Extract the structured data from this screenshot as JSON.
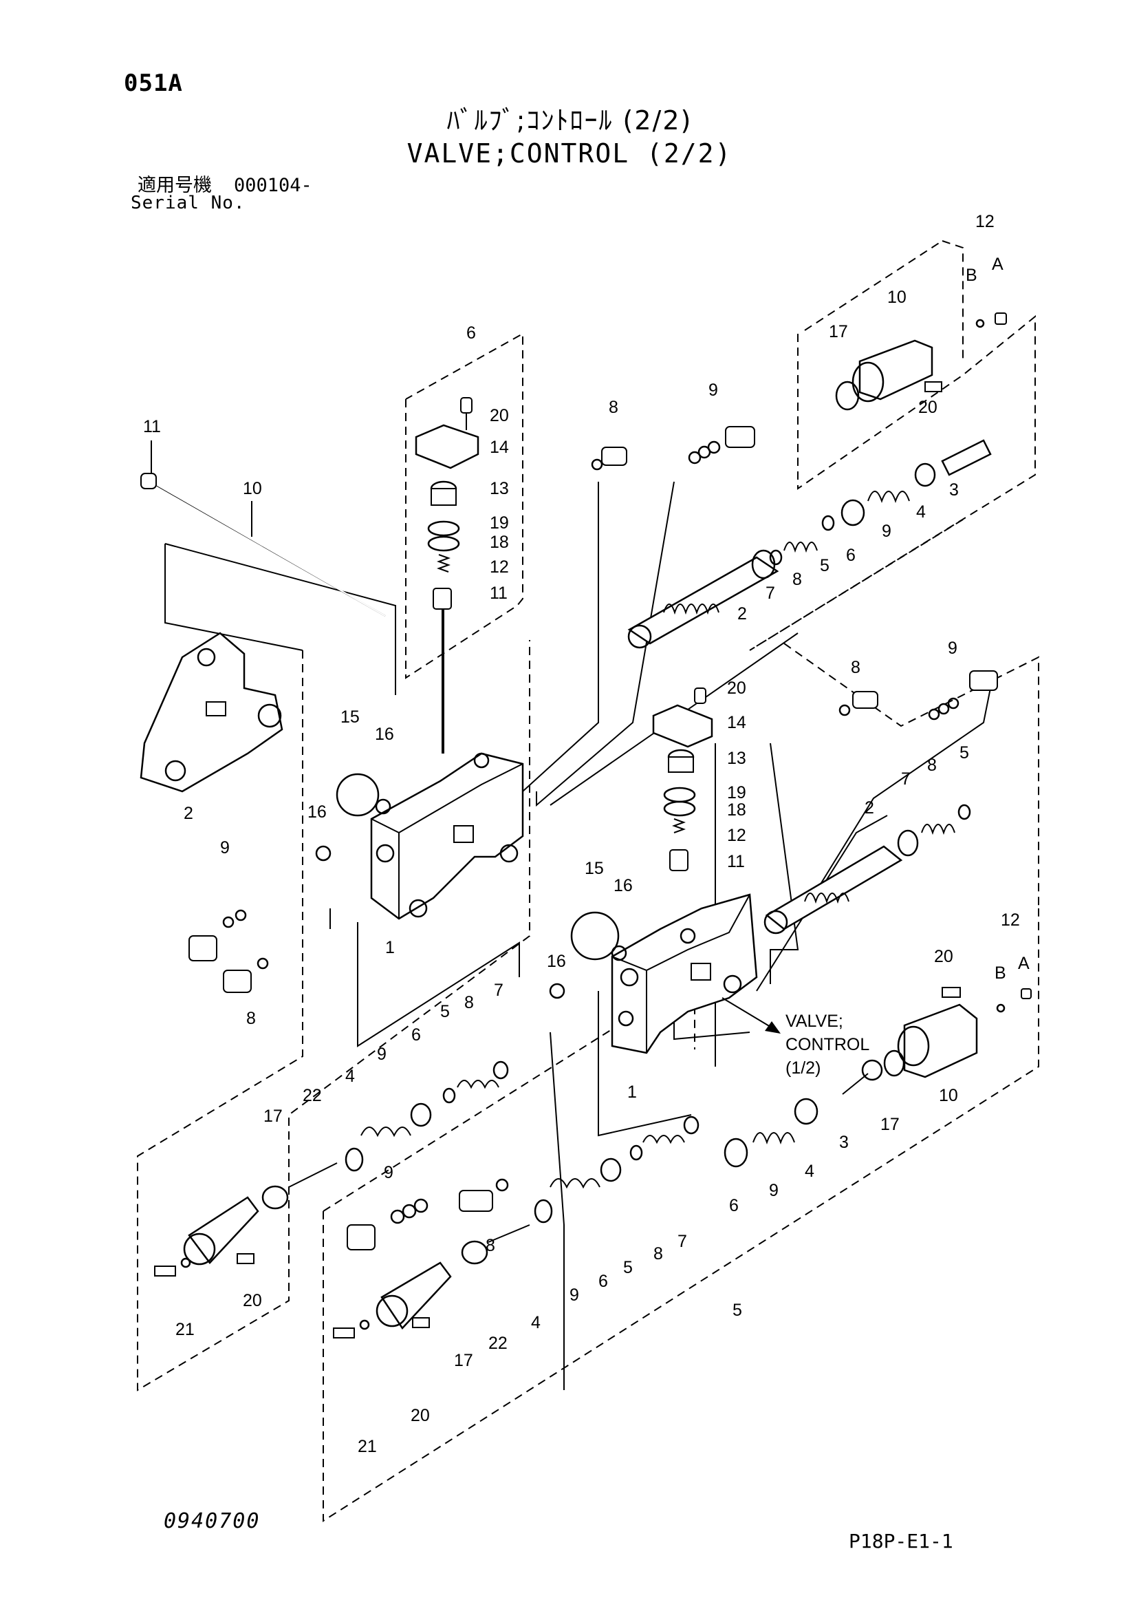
{
  "page_code": "051A",
  "title_jp": "ﾊﾞﾙﾌﾞ;ｺﾝﾄﾛｰﾙ (2/2)",
  "title_en": "VALVE;CONTROL (2/2)",
  "serial": {
    "label_jp": "適用号機",
    "value": "000104-",
    "label_en": "Serial No."
  },
  "callout": {
    "line1": "VALVE;",
    "line2": "CONTROL",
    "line3": "(1/2)"
  },
  "footer": {
    "drawing_code": "0940700",
    "reference": "P18P-E1-1"
  },
  "labels": {
    "n1": "1",
    "n2": "2",
    "n3": "3",
    "n4": "4",
    "n5": "5",
    "n6": "6",
    "n7": "7",
    "n8": "8",
    "n9": "9",
    "n10": "10",
    "n11": "11",
    "n12": "12",
    "n13": "13",
    "n14": "14",
    "n15": "15",
    "n16": "16",
    "n17": "17",
    "n18": "18",
    "n19": "19",
    "n20": "20",
    "n21": "21",
    "n22": "22",
    "A": "A",
    "B": "B"
  }
}
